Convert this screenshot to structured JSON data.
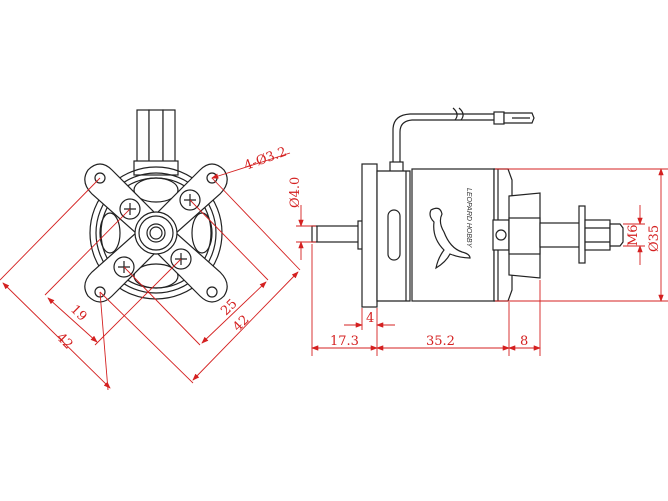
{
  "drawing": {
    "front_view": {
      "hole_spec": "4-Ø3.2",
      "dim_inner_left": "19",
      "dim_inner_right": "25",
      "dim_outer_left": "42",
      "dim_outer_right": "42"
    },
    "side_view": {
      "shaft_diameter": "Ø4.0",
      "mount_thickness": "4",
      "shaft_length": "17.3",
      "body_length": "35.2",
      "adapter_length": "8",
      "thread": "M6",
      "body_diameter": "Ø35",
      "logo_text": "LEOPARD HOBBY"
    },
    "colors": {
      "line": "#222222",
      "dimension": "#d42020"
    }
  }
}
